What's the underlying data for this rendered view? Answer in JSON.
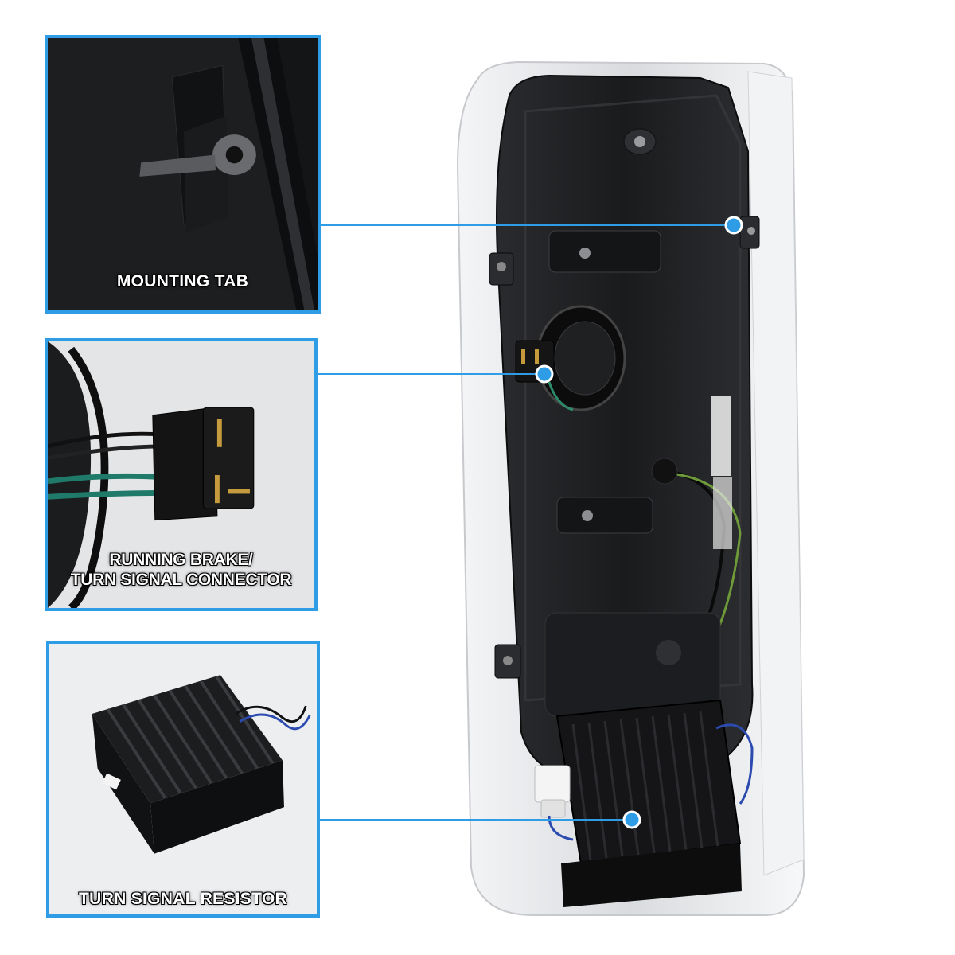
{
  "callouts": {
    "mounting_tab": "MOUNTING TAB",
    "connector_line1": "RUNNING BRAKE/",
    "connector_line2": "TURN SIGNAL CONNECTOR",
    "resistor": "TURN SIGNAL RESISTOR"
  },
  "colors": {
    "accent": "#2e9de6",
    "housing": "#1b1c1e",
    "chrome": "#e9ebee"
  }
}
